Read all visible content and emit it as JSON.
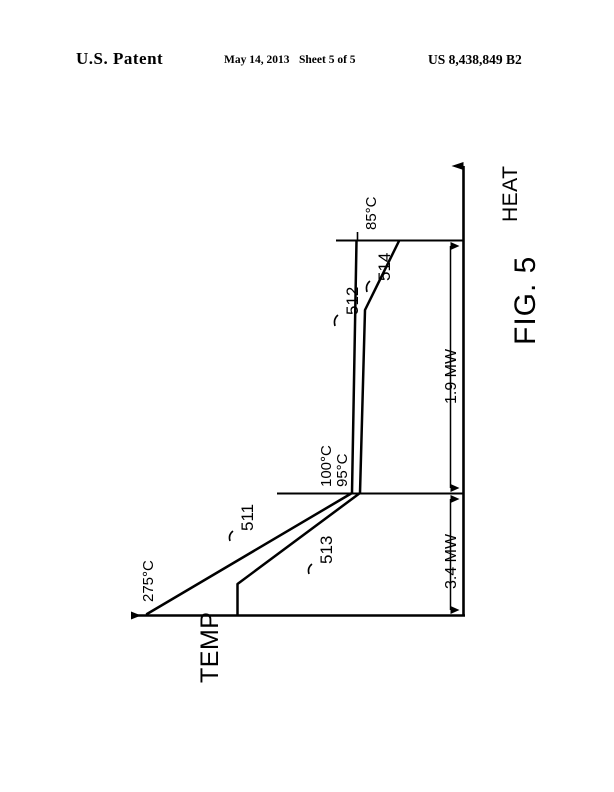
{
  "header": {
    "title": "U.S. Patent",
    "date": "May 14, 2013",
    "sheet": "Sheet 5 of 5",
    "patent_number": "US 8,438,849 B2"
  },
  "figure": {
    "caption": "FIG. 5",
    "x_axis_label": "HEAT",
    "y_axis_label": "TEMP",
    "temperature_labels": {
      "start_hot": "275°C",
      "pinch_hot": "100°C",
      "pinch_cold": "95°C",
      "end_cold": "85°C"
    },
    "duty_labels": {
      "left_section": "3.4 MW",
      "right_section": "1.9 MW"
    },
    "reference_numerals": {
      "curve_511": "511",
      "curve_512": "512",
      "curve_513": "513",
      "curve_514": "514"
    },
    "ink_color": "#000000"
  },
  "chart_data": {
    "type": "line",
    "title": "FIG. 5",
    "xlabel": "HEAT",
    "ylabel": "TEMP",
    "orientation": "rotated-90-ccw",
    "description": "Composite curve (pinch) diagram plotting TEMP versus HEAT for hot and cold process streams.",
    "grid": false,
    "legend": null,
    "axis_ticks": {
      "temperature": [
        "275°C",
        "100°C",
        "95°C",
        "85°C"
      ],
      "heat_sections": [
        "3.4 MW",
        "1.9 MW"
      ]
    },
    "annotations": [
      {
        "text": "275°C",
        "role": "hot-stream-supply-temperature"
      },
      {
        "text": "100°C",
        "role": "hot-stream-pinch-temperature"
      },
      {
        "text": "95°C",
        "role": "cold-stream-pinch-temperature"
      },
      {
        "text": "85°C",
        "role": "cold-stream-target-temperature"
      },
      {
        "text": "3.4 MW",
        "role": "left-duty-section"
      },
      {
        "text": "1.9 MW",
        "role": "right-duty-section"
      },
      {
        "text": "511",
        "role": "hot-composite-curve-leader"
      },
      {
        "text": "512",
        "role": "hot-composite-curve-leader"
      },
      {
        "text": "513",
        "role": "cold-composite-curve-leader"
      },
      {
        "text": "514",
        "role": "cold-composite-curve-leader"
      }
    ],
    "series": [
      {
        "name": "511",
        "role": "hot-composite-curve-segment",
        "points": [
          {
            "heat_mw": 5.3,
            "temp_c": 275
          },
          {
            "heat_mw": 1.9,
            "temp_c": 100
          }
        ]
      },
      {
        "name": "512",
        "role": "hot-composite-curve-segment",
        "points": [
          {
            "heat_mw": 1.9,
            "temp_c": 100
          },
          {
            "heat_mw": 0.0,
            "temp_c": 85
          }
        ]
      },
      {
        "name": "513",
        "role": "cold-composite-curve-segment",
        "points": [
          {
            "heat_mw": 3.9,
            "temp_c": 95
          },
          {
            "heat_mw": 3.9,
            "temp_c": 180
          },
          {
            "heat_mw": 1.9,
            "temp_c": 95
          }
        ]
      },
      {
        "name": "514",
        "role": "cold-composite-curve-segment",
        "points": [
          {
            "heat_mw": 1.9,
            "temp_c": 95
          },
          {
            "heat_mw": 1.2,
            "temp_c": 88
          },
          {
            "heat_mw": 0.0,
            "temp_c": 85
          }
        ]
      }
    ]
  }
}
